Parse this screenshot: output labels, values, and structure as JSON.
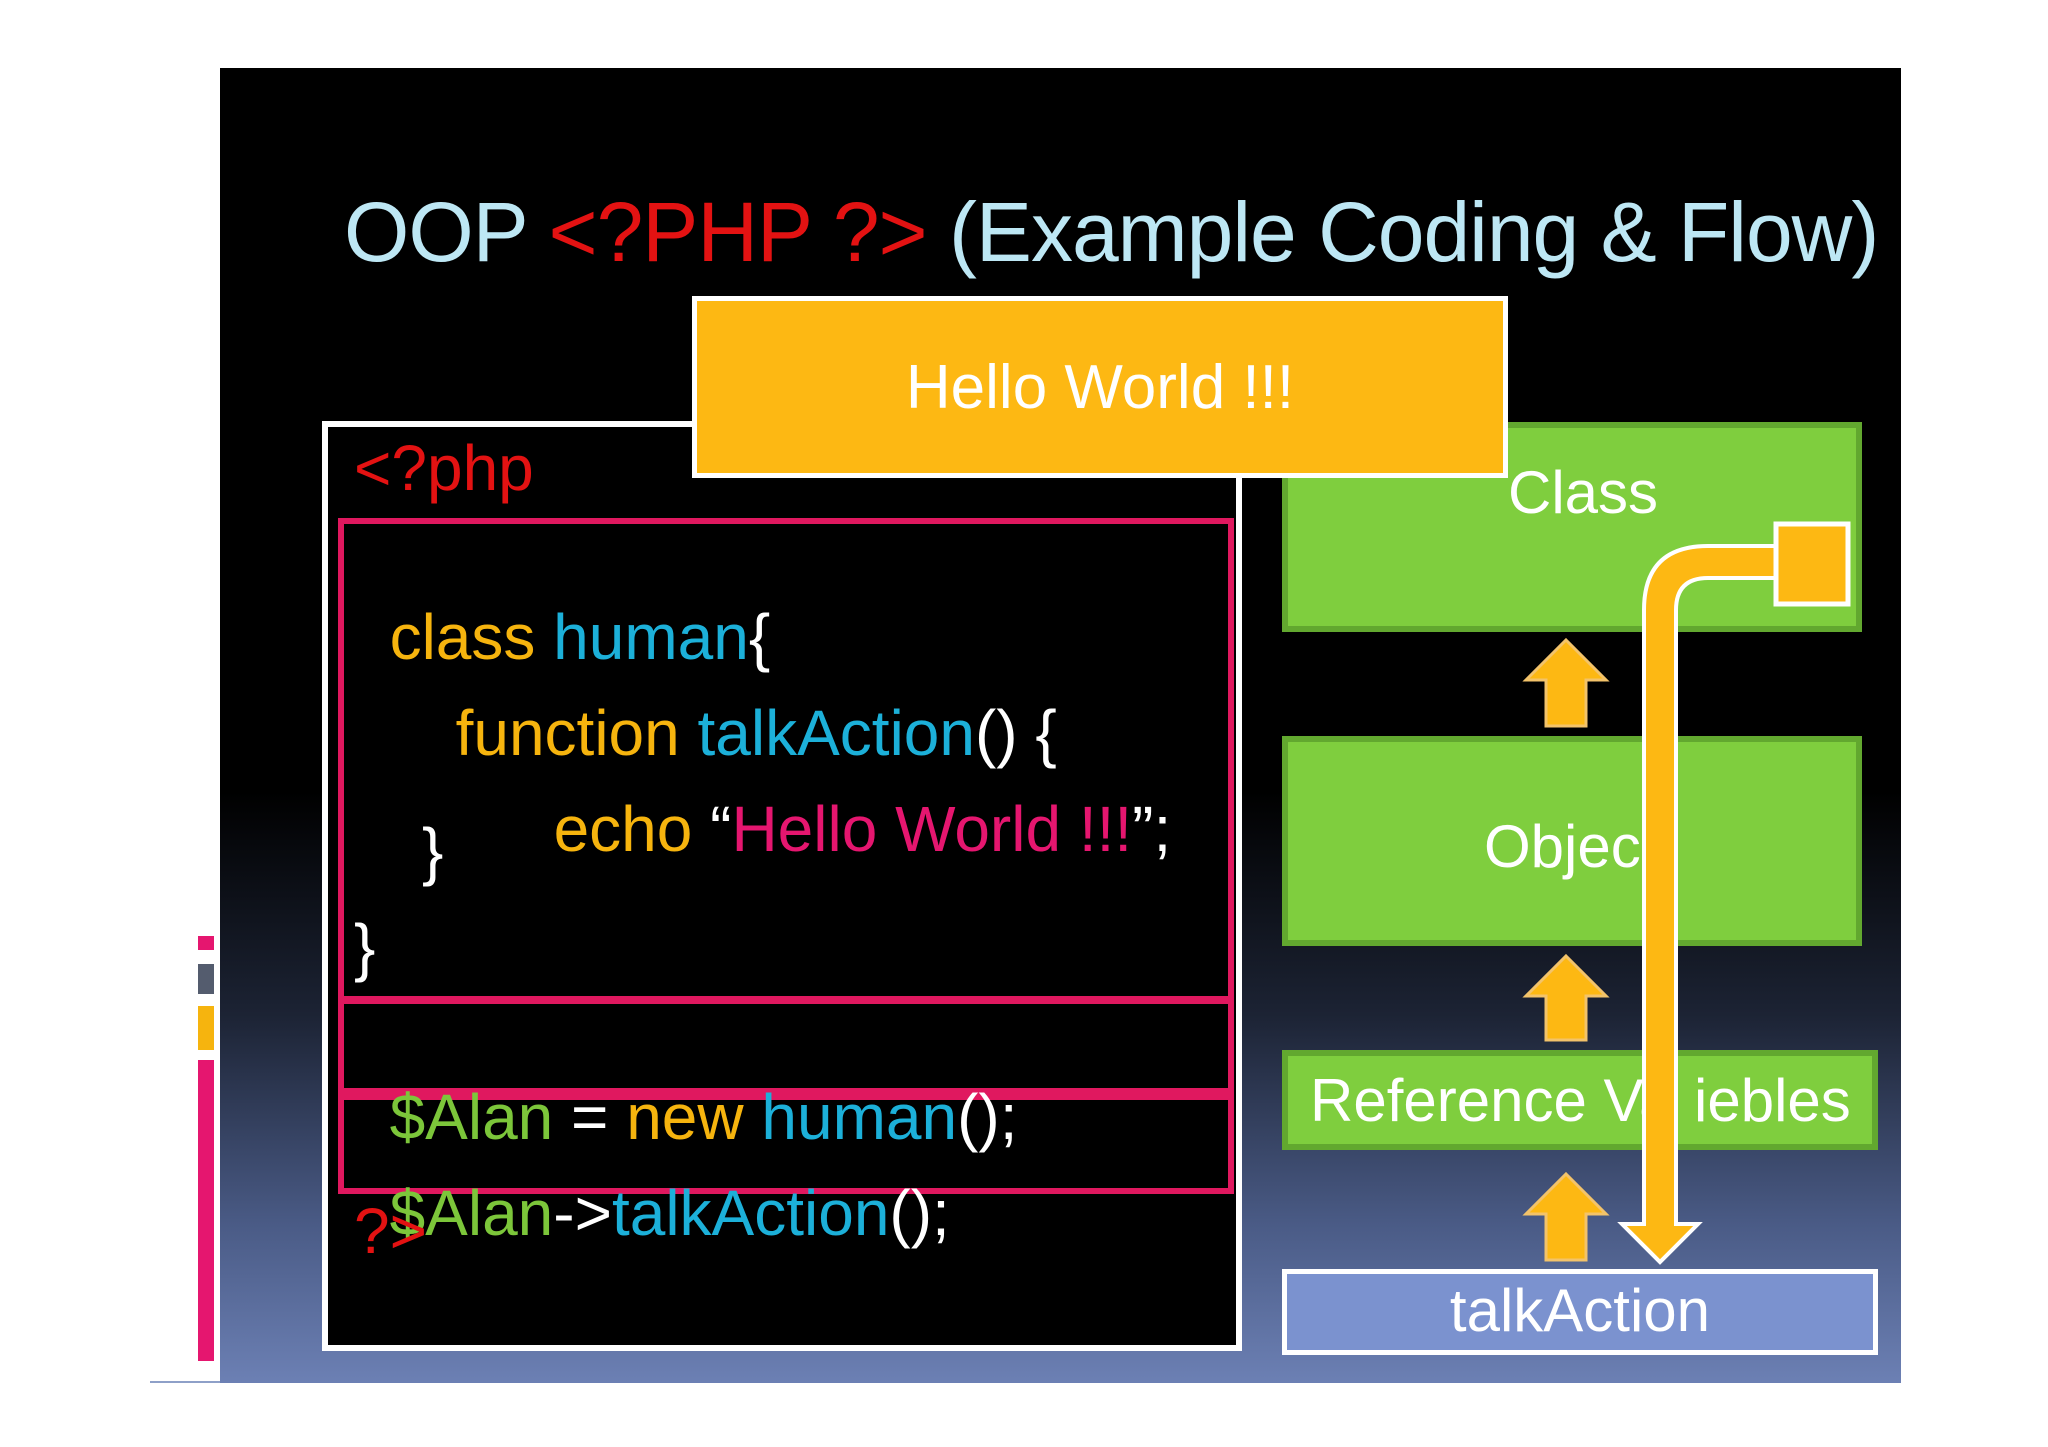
{
  "title": {
    "prefix": "OOP ",
    "php_tag": "<?PHP ?>",
    "suffix": " (Example Coding & Flow)"
  },
  "callout": {
    "text": "Hello World !!!"
  },
  "code": {
    "open_tag": "<?php",
    "class_kw": "class",
    "class_name": " human",
    "brace_open": "{",
    "func_kw": "function",
    "func_name": " talkAction",
    "func_paren": "() {",
    "echo_kw": "echo",
    "quote_open": " “",
    "echo_str": "Hello World !!!",
    "quote_close": "”;",
    "inner_close": "}",
    "outer_close": "}",
    "var1": "$Alan",
    "assign": " = ",
    "new_kw": "new",
    "new_class": " human",
    "new_tail": "();",
    "var2": "$Alan",
    "arrow": "->",
    "call_name": "talkAction",
    "call_tail": "();",
    "close_tag": "?>"
  },
  "flow": {
    "class_label": "Class",
    "object_label": "Objec",
    "ref_label_left": "Reference Va",
    "ref_label_right": "iebles",
    "talk_label": "talkAction"
  },
  "colors": {
    "background": "#000000",
    "accent_orange": "#fdb813",
    "green": "#7fce3e",
    "pink": "#e0185f",
    "blue": "#7b92cf",
    "php_red": "#e31212"
  }
}
